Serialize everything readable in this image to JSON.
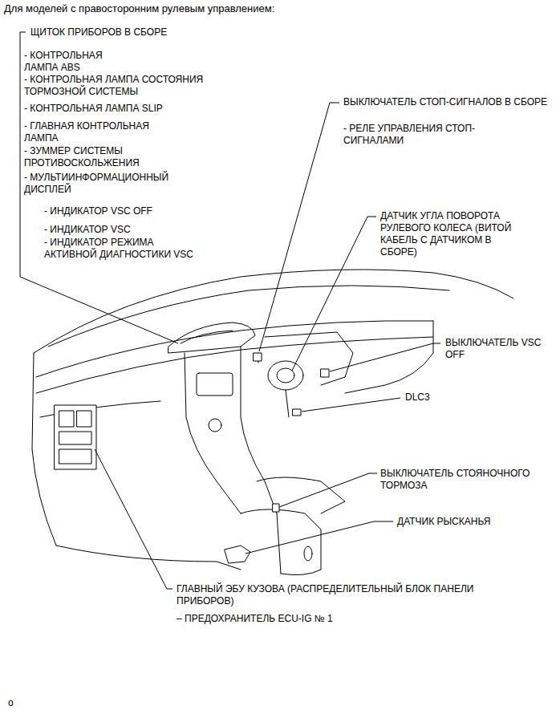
{
  "diagram": {
    "title": "Для моделей с правосторонним рулевым управлением:",
    "labels": [
      "ЩИТОК ПРИБОРОВ В СБОРЕ",
      "- КОНТРОЛЬНАЯ ЛАМПА ABS",
      "- КОНТРОЛЬНАЯ ЛАМПА СОСТОЯНИЯ ТОРМОЗНОЙ СИСТЕМЫ",
      "- КОНТРОЛЬНАЯ ЛАМПА SLIP",
      "- ГЛАВНАЯ КОНТРОЛЬНАЯ ЛАМПА",
      "- ЗУММЕР СИСТЕМЫ ПРОТИВОСКОЛЬЖЕНИЯ",
      "- МУЛЬТИИНФОРМАЦИОННЫЙ ДИСПЛЕЙ",
      "- ИНДИКАТОР VSC OFF",
      "- ИНДИКАТОР VSC",
      "- ИНДИКАТОР РЕЖИМА АКТИВНОЙ ДИАГНОСТИКИ VSC",
      "ВЫКЛЮЧАТЕЛЬ СТОП-СИГНАЛОВ В СБОРЕ",
      "- РЕЛЕ УПРАВЛЕНИЯ СТОП-СИГНАЛАМИ",
      "ДАТЧИК УГЛА ПОВОРОТА РУЛЕВОГО КОЛЕСА (ВИТОЙ КАБЕЛЬ С ДАТЧИКОМ В СБОРЕ)",
      "ВЫКЛЮЧАТЕЛЬ VSC OFF",
      "DLC3",
      "ВЫКЛЮЧАТЕЛЬ СТОЯНОЧНОГО ТОРМОЗА",
      "ДАТЧИК РЫСКАНЬЯ",
      "ГЛАВНЫЙ ЭБУ КУЗОВА (РАСПРЕДЕЛИТЕЛЬНЫЙ БЛОК ПАНЕЛИ ПРИБОРОВ)",
      "– ПРЕДОХРАНИТЕЛЬ ECU-IG № 1",
      "o"
    ]
  }
}
